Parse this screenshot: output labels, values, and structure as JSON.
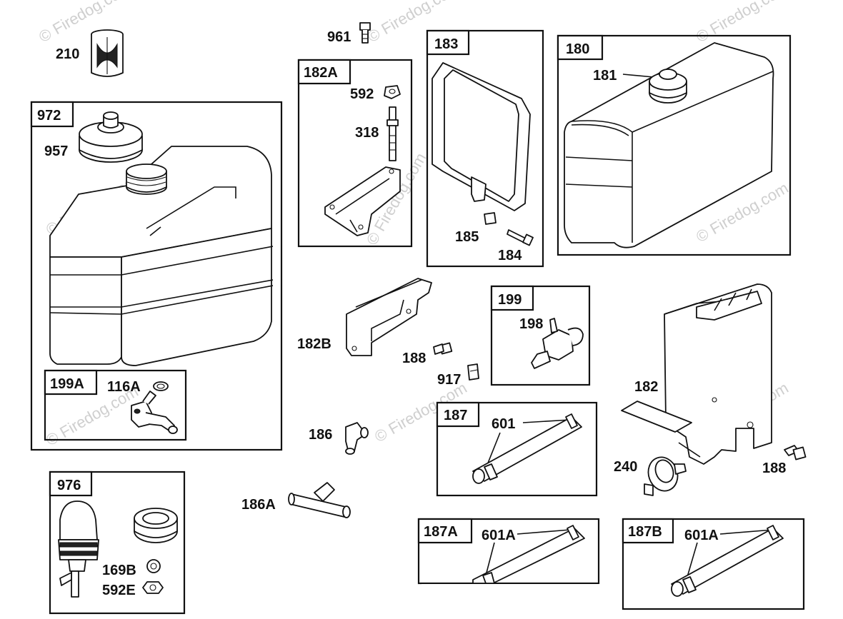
{
  "watermark": "© Firedog.com",
  "kits": {
    "972": "972",
    "182A": "182A",
    "183": "183",
    "180": "180",
    "199": "199",
    "199A": "199A",
    "976": "976",
    "187": "187",
    "187A": "187A",
    "187B": "187B"
  },
  "parts": {
    "210": "210",
    "961": "961",
    "957": "957",
    "592": "592",
    "318": "318",
    "181": "181",
    "185": "185",
    "184": "184",
    "182B": "182B",
    "188a": "188",
    "917": "917",
    "198": "198",
    "182": "182",
    "116A": "116A",
    "186": "186",
    "186A": "186A",
    "601": "601",
    "240": "240",
    "188b": "188",
    "601A_1": "601A",
    "601A_2": "601A",
    "169B": "169B",
    "592E": "592E"
  }
}
